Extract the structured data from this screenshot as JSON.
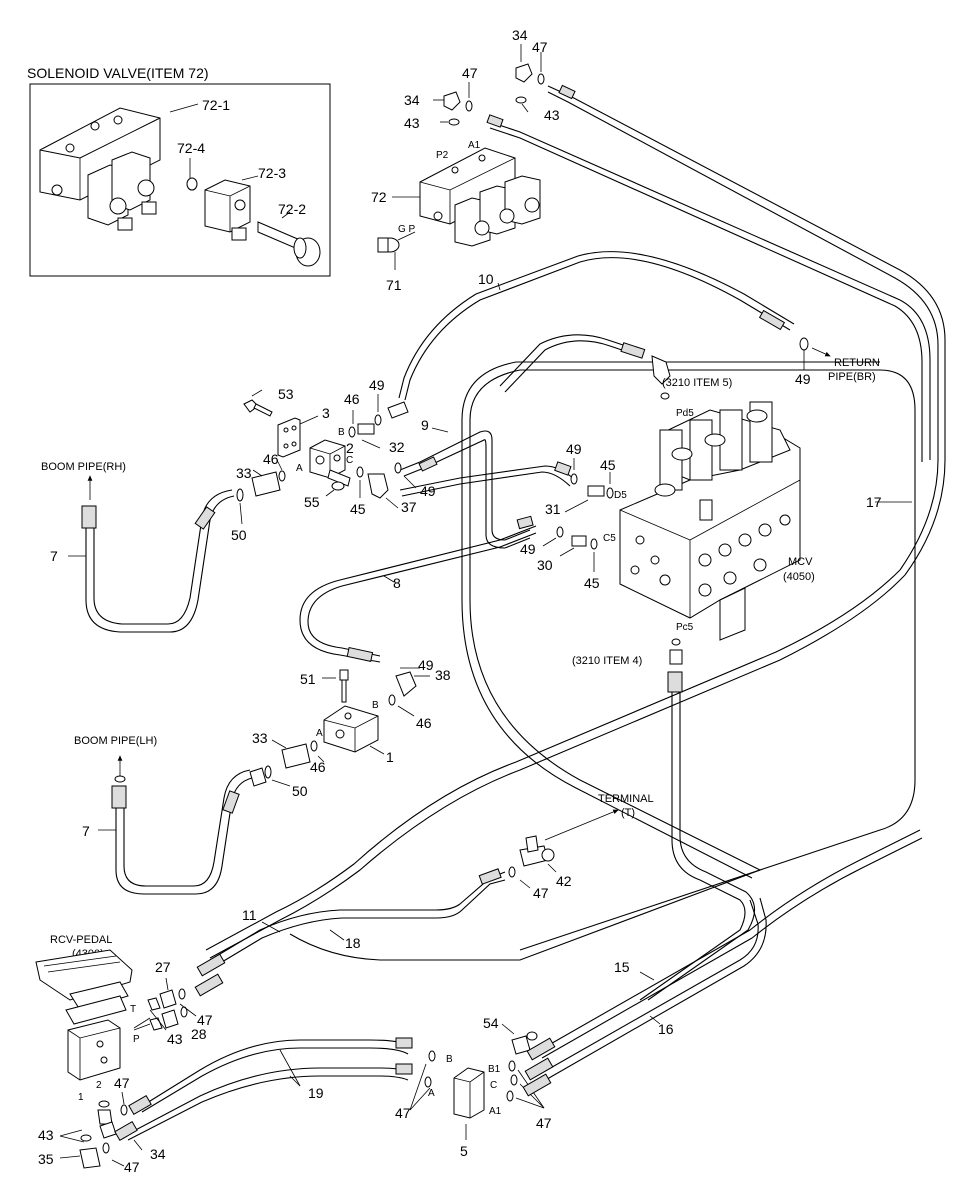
{
  "inset": {
    "title": "SOLENOID VALVE(ITEM 72)"
  },
  "labels": {
    "l72_1": "72-1",
    "l72_4": "72-4",
    "l72_3": "72-3",
    "l72_2": "72-2",
    "l34a": "34",
    "l47a": "47",
    "l47b": "47",
    "l34b": "34",
    "l43a": "43",
    "l43b": "43",
    "l72": "72",
    "l71": "71",
    "l10": "10",
    "l49a": "49",
    "l53": "53",
    "l3": "3",
    "l46a": "46",
    "l49b": "49",
    "l2": "2",
    "l32": "32",
    "l9": "9",
    "l33a": "33",
    "l46b": "46",
    "l55": "55",
    "l45a": "45",
    "l37": "37",
    "l49c": "49",
    "l50a": "50",
    "l7a": "7",
    "l49d": "49",
    "l45b": "45",
    "l31": "31",
    "l49e": "49",
    "l30": "30",
    "l45c": "45",
    "l8": "8",
    "l17": "17",
    "l51": "51",
    "l49f": "49",
    "l38": "38",
    "l46c": "46",
    "l1": "1",
    "l33b": "33",
    "l46d": "46",
    "l50b": "50",
    "l7b": "7",
    "l42": "42",
    "l47c": "47",
    "l11": "11",
    "l18": "18",
    "l27": "27",
    "l47d": "47",
    "l43c": "43",
    "l28": "28",
    "l15": "15",
    "l16": "16",
    "l54": "54",
    "l19": "19",
    "l47e": "47",
    "l47f": "47",
    "l47g": "47",
    "l43d": "43",
    "l35": "35",
    "l34c": "34",
    "l5": "5"
  },
  "notes": {
    "return_pipe": "RETURN",
    "return_pipe2": "PIPE(BR)",
    "item5": "(3210 ITEM 5)",
    "item4": "(3210 ITEM 4)",
    "boom_rh": "BOOM PIPE(RH)",
    "boom_lh": "BOOM PIPE(LH)",
    "mcv": "MCV",
    "mcv_num": "(4050)",
    "terminal": "TERMINAL",
    "terminal_t": "(T)",
    "rcv": "RCV-PEDAL",
    "rcv_num": "(4300)"
  },
  "ports": {
    "p2": "P2",
    "a1": "A1",
    "gp": "G P",
    "pd5": "Pd5",
    "pc5": "Pc5",
    "d5": "D5",
    "c5": "C5",
    "b": "B",
    "c": "C",
    "a": "A",
    "b2": "B",
    "a2": "A",
    "t": "T",
    "p": "P",
    "n1": "1",
    "n2": "2",
    "b_blk": "B",
    "a_blk": "A",
    "b1": "B1",
    "c_blk": "C",
    "a1_blk": "A1"
  }
}
